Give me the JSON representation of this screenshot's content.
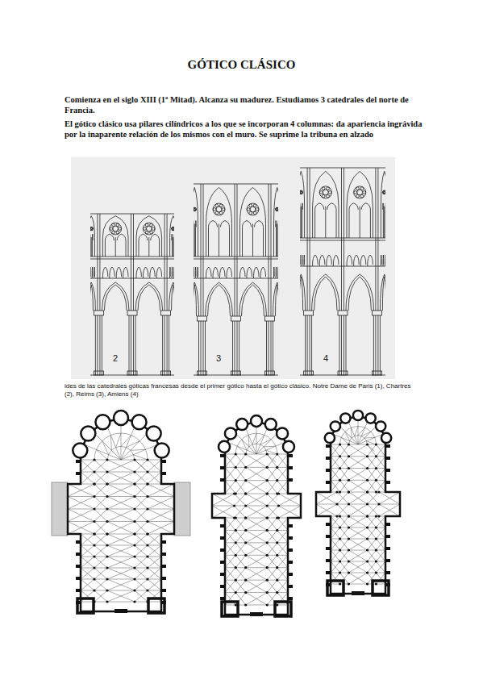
{
  "diagram": {
    "title": "GÓTICO CLÁSICO",
    "caption": "ides de las catedrales góticas francesas desde el primer gótico hasta el gótico clásico. Notre Dame de Paris (1), Chartres (2), Reims (3), Amiens (4)",
    "labels": [
      "Comienza en el siglo XIII (1ª Mitad). Alcanza su madurez. Estudiamos 3 catedrales del norte de Francia.",
      "El gótico clásico usa pilares cilíndricos a los que se incorporan 4 columnas: da apariencia ingrávida por la inaparente relación de los mismos con el muro. Se suprime la tribuna en alzado",
      "2",
      "3",
      "4"
    ]
  }
}
